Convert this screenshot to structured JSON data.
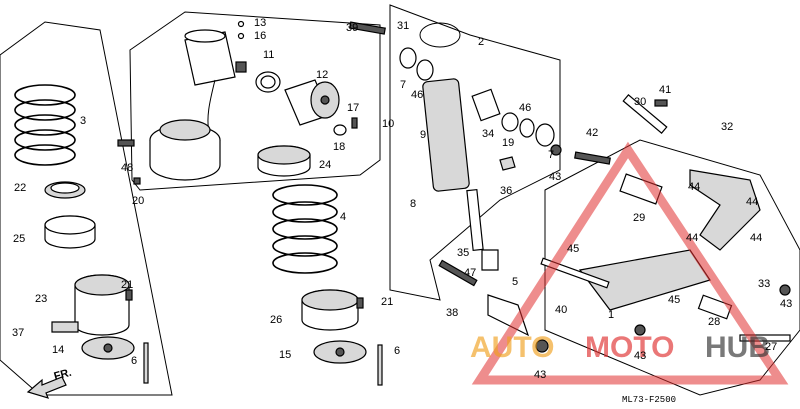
{
  "diagram": {
    "code": "ML73-F2500",
    "direction_label": "FR.",
    "part_labels": [
      "1",
      "2",
      "3",
      "4",
      "5",
      "6",
      "6",
      "7",
      "7",
      "8",
      "9",
      "10",
      "11",
      "12",
      "13",
      "14",
      "15",
      "16",
      "17",
      "18",
      "19",
      "20",
      "21",
      "21",
      "22",
      "23",
      "24",
      "25",
      "26",
      "27",
      "28",
      "29",
      "30",
      "31",
      "32",
      "33",
      "34",
      "35",
      "36",
      "37",
      "38",
      "39",
      "40",
      "41",
      "42",
      "43",
      "43",
      "43",
      "43",
      "44",
      "44",
      "44",
      "44",
      "45",
      "45",
      "46",
      "46",
      "47",
      "48"
    ]
  },
  "watermark": {
    "text_a": "AUTO",
    "text_b": "MOTO",
    "text_c": "HUB",
    "color_red": "#e03030",
    "color_orange": "#f0a020",
    "color_dark": "#333333"
  }
}
